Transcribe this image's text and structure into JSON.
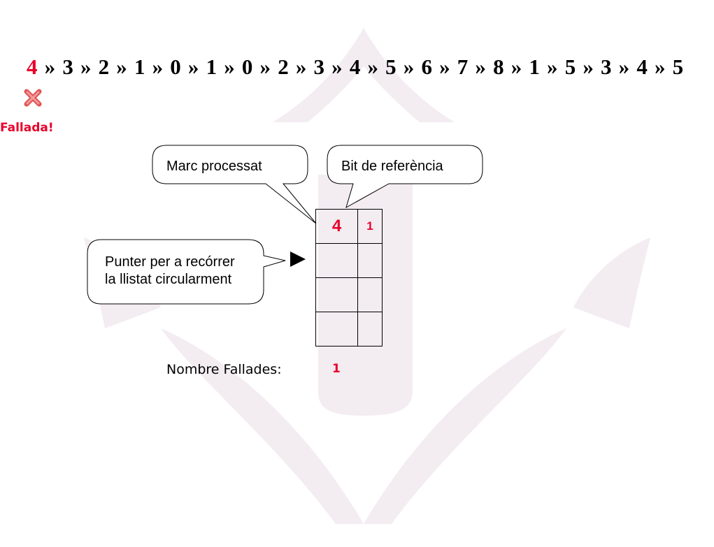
{
  "sequence": [
    "4",
    "3",
    "2",
    "1",
    "0",
    "1",
    "0",
    "2",
    "3",
    "4",
    "5",
    "6",
    "7",
    "8",
    "1",
    "5",
    "3",
    "4",
    "5"
  ],
  "sequence_separator": "»",
  "current_index": 0,
  "status": {
    "icon": "red-x-icon",
    "label": "Fallada!"
  },
  "callouts": {
    "marc": "Marc processat",
    "bit": "Bit de referència",
    "punter": [
      "Punter per a recórrer",
      "la llistat circularment"
    ]
  },
  "frames": [
    {
      "page": "4",
      "bit": "1"
    },
    {
      "page": "",
      "bit": ""
    },
    {
      "page": "",
      "bit": ""
    },
    {
      "page": "",
      "bit": ""
    }
  ],
  "faults": {
    "label": "Nombre Fallades:",
    "value": "1"
  },
  "colors": {
    "highlight": "#e8002a",
    "watermark": "#f3ecf1"
  }
}
